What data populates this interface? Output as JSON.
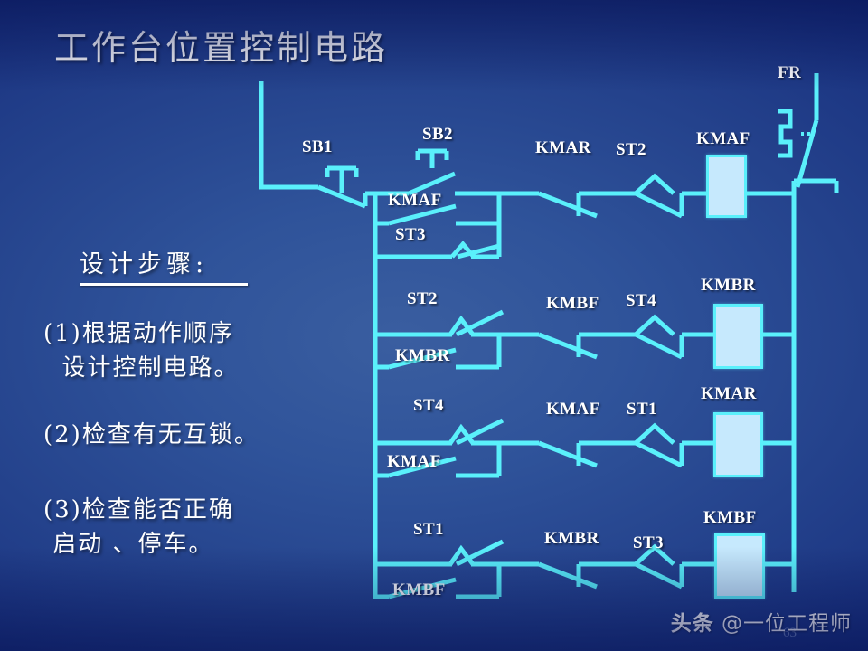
{
  "slide": {
    "title": "工作台位置控制电路",
    "page_number": "63",
    "background_color": "#24428c",
    "wire_color": "#5af0fb",
    "coil_fill_color": "#c6e9fd",
    "text_color": "#ffffff"
  },
  "steps_panel": {
    "heading": "设计步骤:",
    "items": [
      "(1)根据动作顺序\n  设计控制电路。",
      "(2)检查有无互锁。",
      "(3)检查能否正确\n 启动 、停车。"
    ]
  },
  "circuit": {
    "protection": {
      "label": "FR",
      "type": "thermal-overload-relay-nc"
    },
    "pushbuttons": [
      {
        "label": "SB1",
        "type": "pushbutton-nc"
      },
      {
        "label": "SB2",
        "type": "pushbutton-no"
      }
    ],
    "rungs": [
      {
        "branch_labels": [
          "KMAF",
          "ST3"
        ],
        "series_labels": [
          "KMAR",
          "ST2"
        ],
        "coil_label": "KMAF"
      },
      {
        "branch_labels": [
          "ST2",
          "KMBR"
        ],
        "series_labels": [
          "KMBF",
          "ST4"
        ],
        "coil_label": "KMBR"
      },
      {
        "branch_labels": [
          "ST4",
          "KMAF"
        ],
        "series_labels": [
          "KMAF",
          "ST1"
        ],
        "coil_label": "KMAR"
      },
      {
        "branch_labels": [
          "ST1",
          "KMBF"
        ],
        "series_labels": [
          "KMBR",
          "ST3"
        ],
        "coil_label": "KMBF"
      }
    ]
  },
  "watermark": {
    "prefix": "头条",
    "handle": "@一位工程师"
  }
}
